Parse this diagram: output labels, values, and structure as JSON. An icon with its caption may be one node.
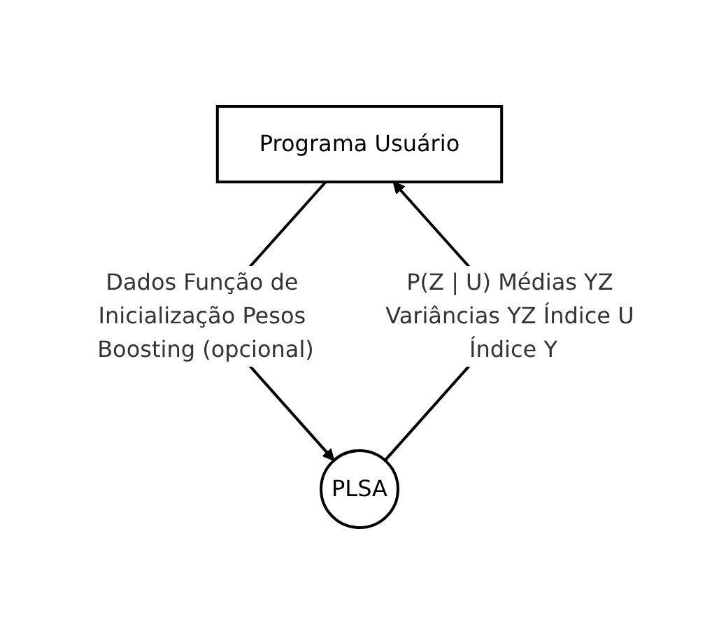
{
  "diagram": {
    "nodes": [
      {
        "text": [
          "Programa Usuário"
        ]
      },
      {
        "text": [
          "PLSA"
        ]
      }
    ],
    "edges": [
      {
        "from": 0,
        "to": 1,
        "arrow": "to",
        "label": "Dados Função de Inicialização Pesos Boosting (opcional)"
      },
      {
        "from": 1,
        "to": 0,
        "arrow": "to",
        "label": "P(Z | U) Médias YZ Variâncias YZ Índice U Índice Y"
      }
    ]
  }
}
